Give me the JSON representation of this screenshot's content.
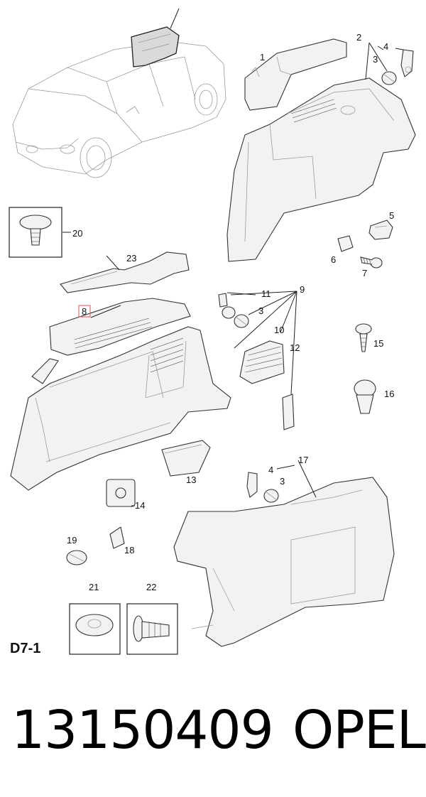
{
  "diagram": {
    "section_code": "D7-1",
    "callouts": {
      "c1": "1",
      "c2": "2",
      "c3a": "3",
      "c3b": "3",
      "c3c": "3",
      "c4a": "4",
      "c4b": "4",
      "c5": "5",
      "c6": "6",
      "c7": "7",
      "c8": "8",
      "c9": "9",
      "c10": "10",
      "c11": "11",
      "c12": "12",
      "c13": "13",
      "c14": "14",
      "c15": "15",
      "c16": "16",
      "c17": "17",
      "c18": "18",
      "c19": "19",
      "c20": "20",
      "c21": "21",
      "c22": "22",
      "c23": "23"
    },
    "highlight_color": "#e05050"
  },
  "footer": {
    "part_number": "13150409",
    "brand": "OPEL"
  }
}
